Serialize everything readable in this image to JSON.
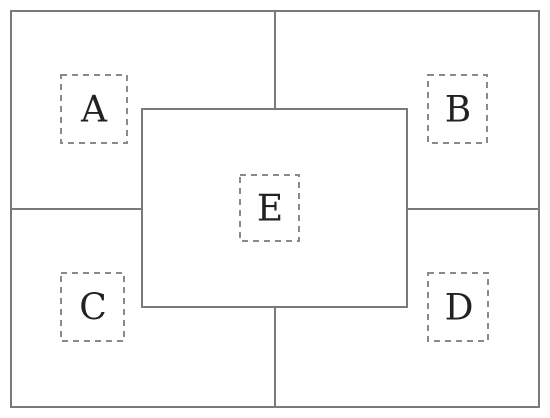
{
  "diagram": {
    "regions": {
      "a": "A",
      "b": "B",
      "c": "C",
      "d": "D",
      "e": "E"
    },
    "colors": {
      "line": "#7a7a7a",
      "dashed": "#8a8a8a",
      "text": "#222222",
      "background": "#ffffff"
    }
  }
}
